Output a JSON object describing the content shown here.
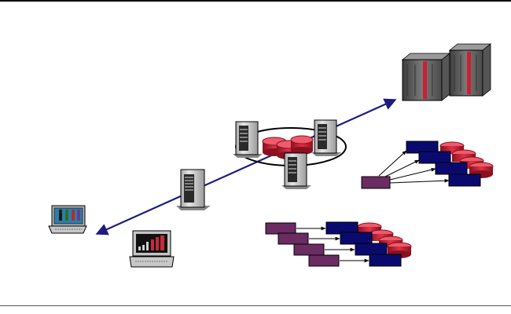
{
  "diagram": {
    "type": "network-architecture",
    "nodes": [
      {
        "id": "laptop",
        "icon": "laptop-icon"
      },
      {
        "id": "workstation",
        "icon": "desktop-chart-icon"
      },
      {
        "id": "server-low",
        "icon": "tower-server-icon"
      },
      {
        "id": "cluster",
        "icon": "server-cluster-ring-icon"
      },
      {
        "id": "mainframes",
        "icon": "mainframe-icon"
      },
      {
        "id": "queue-group-right",
        "icon": "message-queue-icon"
      },
      {
        "id": "queue-group-bottom",
        "icon": "message-queue-icon"
      }
    ],
    "connection": {
      "from": "laptop",
      "to": "mainframes",
      "style": "bidirectional-arrow"
    }
  },
  "colors": {
    "link": "#1c1c80",
    "disk": "#cc1f33",
    "queue_box": "#0a0a6e",
    "source_box": "#6b2b63",
    "server_body": "#d4d4d4",
    "mainframe_body": "#6a6a6a",
    "mainframe_stripe": "#cc1f33"
  }
}
